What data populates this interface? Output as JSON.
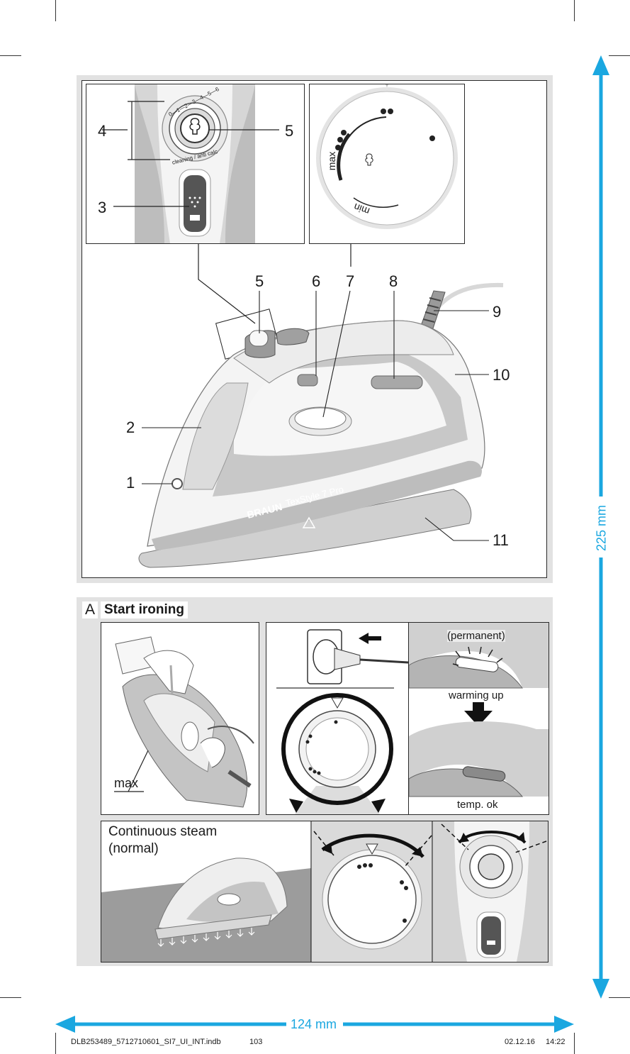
{
  "callouts": [
    "1",
    "2",
    "3",
    "4",
    "5",
    "5",
    "6",
    "7",
    "8",
    "9",
    "10",
    "11"
  ],
  "dial_detail": {
    "max_label": "max",
    "min_label": "min"
  },
  "control_detail": {
    "scale_label": "0—1—2—3—4—5—6",
    "ring_label": "cleaning / anti calc"
  },
  "iron_brand": {
    "brand": "BRAUN",
    "model": "TexStyle 7 Pro"
  },
  "section_a": {
    "letter": "A",
    "title": "Start ironing",
    "fill_label": "max",
    "permanent_label": "(permanent)",
    "warming_label": "warming up",
    "temp_ok_label": "temp. ok",
    "steam_title": "Continuous steam",
    "steam_subtitle": "(normal)"
  },
  "dimensions": {
    "height_label": "225 mm",
    "width_label": "124 mm"
  },
  "footer": {
    "file": "DLB253489_5712710601_SI7_UI_INT.indb",
    "page": "103",
    "date": "02.12.16",
    "time": "14:22"
  },
  "colors": {
    "dimension_arrow": "#1aa7e0",
    "panel_bg": "#e2e2e2",
    "iron_body": "#c8c8c8"
  }
}
